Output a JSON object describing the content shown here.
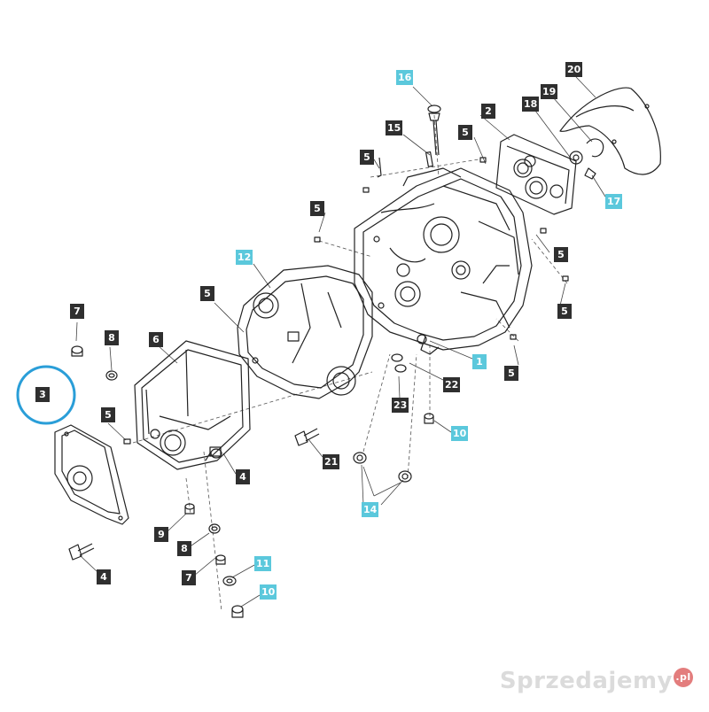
{
  "labels": {
    "l1": "1",
    "l2": "2",
    "l3": "3",
    "l4a": "4",
    "l4b": "4",
    "l5a": "5",
    "l5b": "5",
    "l5c": "5",
    "l5d": "5",
    "l5e": "5",
    "l5f": "5",
    "l5g": "5",
    "l5h": "5",
    "l6": "6",
    "l7a": "7",
    "l7b": "7",
    "l8a": "8",
    "l8b": "8",
    "l9": "9",
    "l10a": "10",
    "l10b": "10",
    "l11": "11",
    "l12": "12",
    "l14": "14",
    "l15": "15",
    "l16": "16",
    "l17": "17",
    "l18": "18",
    "l19": "19",
    "l20": "20",
    "l21": "21",
    "l22": "22",
    "l23": "23"
  },
  "colors": {
    "dark_label": "#2f2f2f",
    "highlight_label": "#5bc8dc",
    "circle": "#2a9ed8"
  },
  "watermark": {
    "brand": "Sprzedajemy",
    "suffix": ".pl"
  }
}
